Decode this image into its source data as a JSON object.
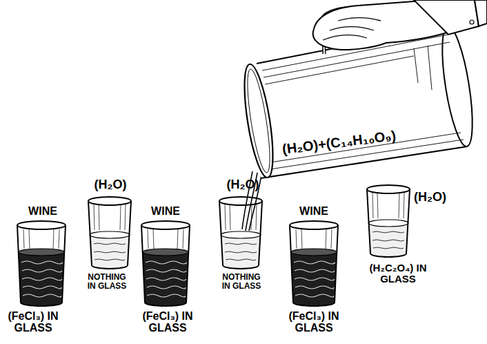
{
  "diagram": {
    "labels": [
      "(H₂O)+(C₁₄H₁₀O₉)",
      "WINE",
      "(FeCl₃) IN GLASS",
      "(H₂O)",
      "NOTHING IN GLASS",
      "WINE",
      "(FeCl₃) IN GLASS",
      "(H₂O)",
      "NOTHING IN GLASS",
      "WINE",
      "(FeCl₃) IN GLASS",
      "(H₂O)",
      "(H₂C₂O₄) IN GLASS"
    ]
  }
}
